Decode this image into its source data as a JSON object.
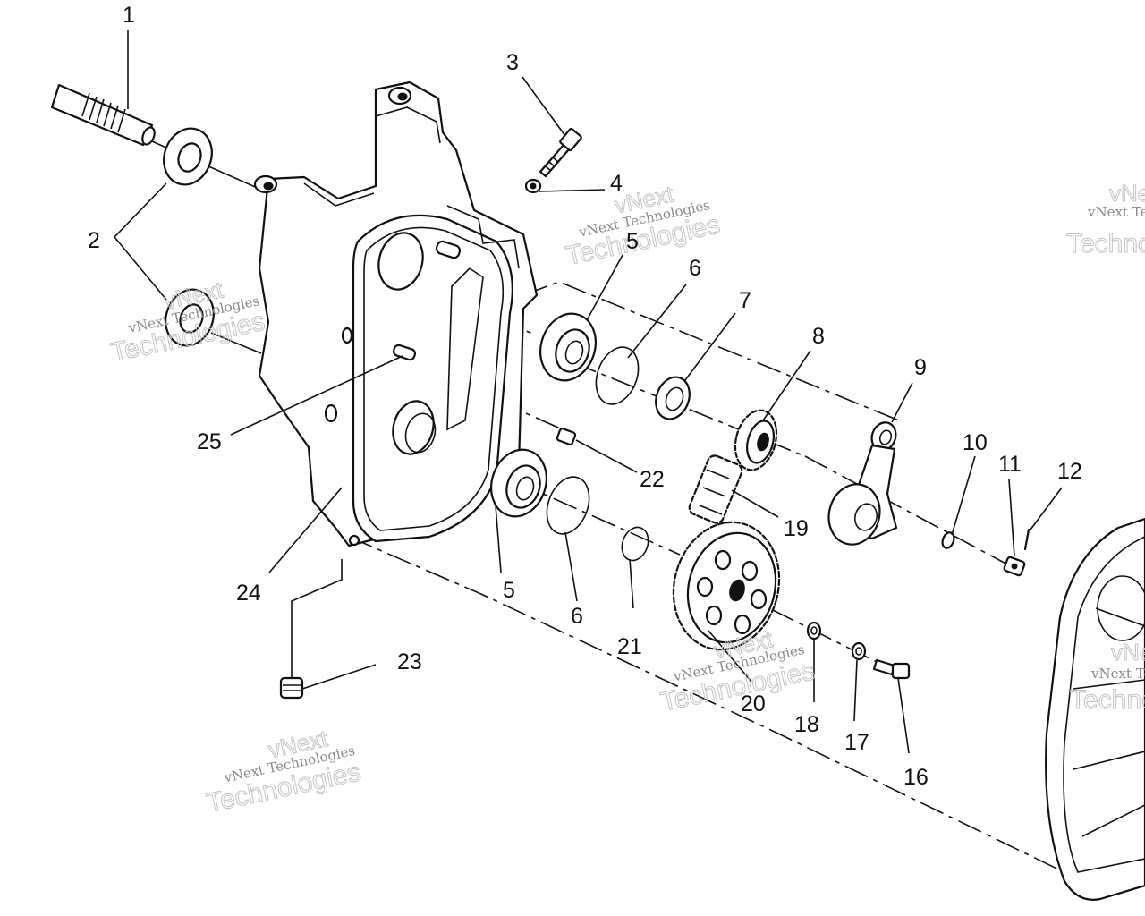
{
  "watermark": {
    "brand": "vNext",
    "line": "vNext Technologies",
    "big": "Technologies"
  },
  "callouts": {
    "c1": "1",
    "c2": "2",
    "c3": "3",
    "c4": "4",
    "c5a": "5",
    "c5b": "5",
    "c6a": "6",
    "c6b": "6",
    "c7": "7",
    "c8": "8",
    "c9": "9",
    "c10": "10",
    "c11": "11",
    "c12": "12",
    "c16": "16",
    "c17": "17",
    "c18": "18",
    "c19": "19",
    "c20": "20",
    "c21": "21",
    "c22": "22",
    "c23": "23",
    "c24": "24",
    "c25": "25"
  },
  "colors": {
    "line": "#111111",
    "watermark": "#c4c4c4",
    "background": "#ffffff"
  }
}
